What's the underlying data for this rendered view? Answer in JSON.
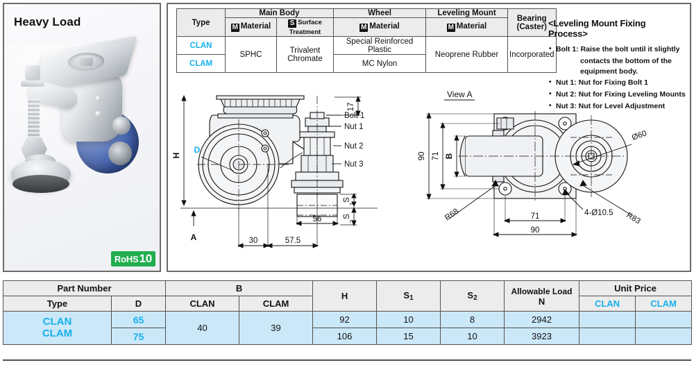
{
  "photo_panel": {
    "title": "Heavy Load",
    "rohs_label": "RoHS",
    "rohs_number": "10",
    "product_description": "steel-swivel-caster-with-leveling-mount-blue-wheel"
  },
  "spec_table": {
    "headers_top": [
      "Type",
      "Main Body",
      "Wheel",
      "Leveling Mount",
      "Bearing (Caster)"
    ],
    "bearing_line1": "Bearing",
    "bearing_line2": "(Caster)",
    "headers_sub": [
      {
        "badge": "M",
        "label": "Material"
      },
      {
        "badge": "S",
        "label": "Surface Treatment"
      },
      {
        "badge": "M",
        "label": "Material"
      },
      {
        "badge": "M",
        "label": "Material"
      }
    ],
    "rows": [
      {
        "type": "CLAN",
        "wheel_material": "Special Reinforced Plastic"
      },
      {
        "type": "CLAM",
        "wheel_material": "MC Nylon"
      }
    ],
    "main_body_material": "SPHC",
    "surface_treatment_line1": "Trivalent",
    "surface_treatment_line2": "Chromate",
    "leveling_mount_material": "Neoprene Rubber",
    "bearing_value": "Incorporated"
  },
  "process": {
    "title": "<Leveling Mount Fixing Process>",
    "items": [
      "Bolt 1: Raise the bolt until it slightly",
      "contacts the bottom of the",
      "equipment body.",
      "Nut 1: Nut for Fixing Bolt 1",
      "Nut 2: Nut for Fixing Leveling Mounts",
      "Nut 3: Nut for Level Adjustment"
    ]
  },
  "front_drawing": {
    "labels": {
      "H": "H",
      "D": "D",
      "A": "A",
      "v17": "17",
      "d30": "30",
      "d575": "57.5",
      "d56": "56",
      "S1": "S",
      "S1sub": "1",
      "S2": "S",
      "S2sub": "2",
      "bolt1": "Bolt 1",
      "nut1": "Nut 1",
      "nut2": "Nut 2",
      "nut3": "Nut 3"
    }
  },
  "view_a_drawing": {
    "title": "View A",
    "labels": {
      "d90v": "90",
      "d71v": "71",
      "B": "B",
      "d71h": "71",
      "d90h": "90",
      "dia60": "Ø60",
      "r83": "R83",
      "r68": "R68",
      "holes": "4-Ø10.5"
    }
  },
  "parts_table": {
    "group_headers": {
      "part_number": "Part Number",
      "B": "B",
      "H": "H",
      "S1": "S",
      "S1sub": "1",
      "S2": "S",
      "S2sub": "2",
      "allowable_load_line1": "Allowable Load",
      "allowable_load_line2": "N",
      "unit_price": "Unit Price"
    },
    "sub_headers": {
      "type": "Type",
      "D": "D",
      "b_clan": "CLAN",
      "b_clam": "CLAM",
      "price_clan": "CLAN",
      "price_clam": "CLAM"
    },
    "type_line1": "CLAN",
    "type_line2": "CLAM",
    "b_clan": "40",
    "b_clam": "39",
    "rows": [
      {
        "D": "65",
        "H": "92",
        "S1": "10",
        "S2": "8",
        "load": "2942",
        "price_clan": "",
        "price_clam": ""
      },
      {
        "D": "75",
        "H": "106",
        "S1": "15",
        "S2": "10",
        "load": "3923",
        "price_clan": "",
        "price_clam": ""
      }
    ]
  },
  "colors": {
    "accent_cyan": "#16b0ec",
    "data_cell_blue": "#cbe8f8",
    "header_gray": "#ececec",
    "rohs_green": "#21ae4e",
    "border_dark": "#54504e",
    "wheel_blue": "#3a5aa3"
  }
}
